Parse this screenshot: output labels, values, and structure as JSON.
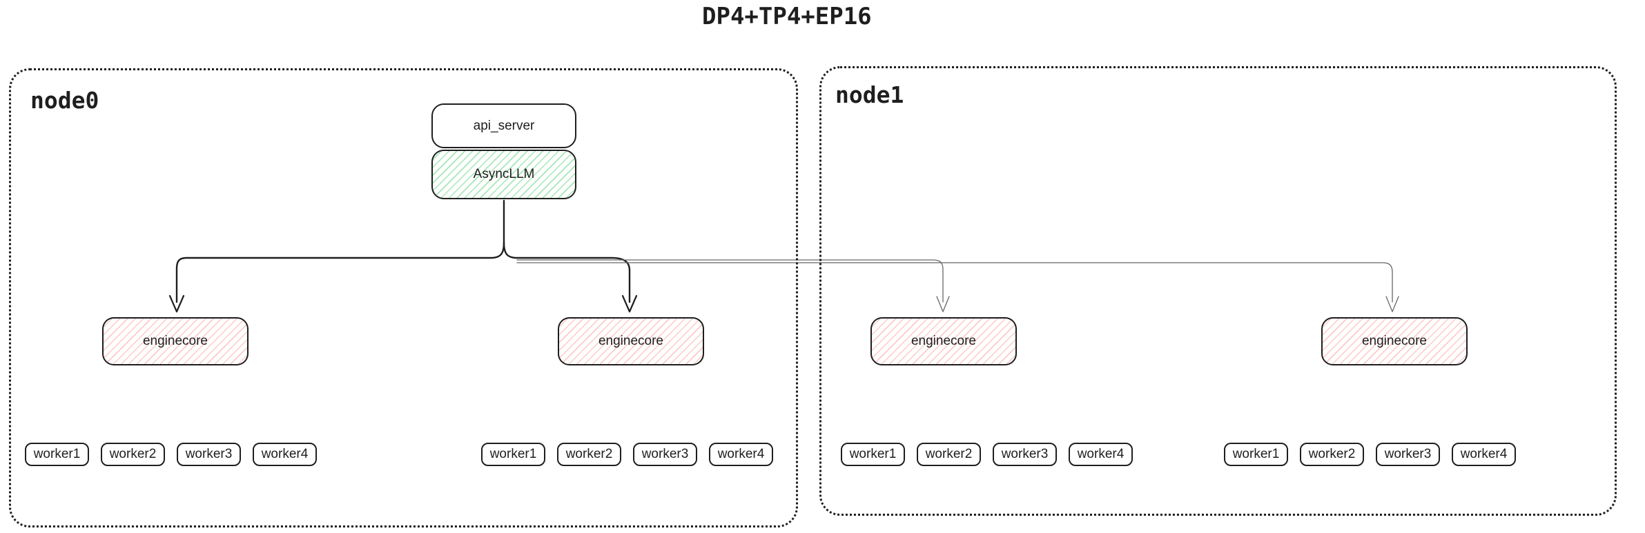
{
  "title": "DP4+TP4+EP16",
  "node0": {
    "label": "node0",
    "api_server_label": "api_server",
    "asyncllm_label": "AsyncLLM",
    "enginecore1_label": "enginecore",
    "enginecore2_label": "enginecore",
    "workers_group1": [
      "worker1",
      "worker2",
      "worker3",
      "worker4"
    ],
    "workers_group2": [
      "worker1",
      "worker2",
      "worker3",
      "worker4"
    ]
  },
  "node1": {
    "label": "node1",
    "enginecore1_label": "enginecore",
    "enginecore2_label": "enginecore",
    "workers_group1": [
      "worker1",
      "worker2",
      "worker3",
      "worker4"
    ],
    "workers_group2": [
      "worker1",
      "worker2",
      "worker3",
      "worker4"
    ]
  },
  "colors": {
    "ink": "#1e1e1e",
    "green_hatch": "#a5e7b4",
    "red_hatch": "#ffc9c9",
    "thin_line": "#666666"
  }
}
